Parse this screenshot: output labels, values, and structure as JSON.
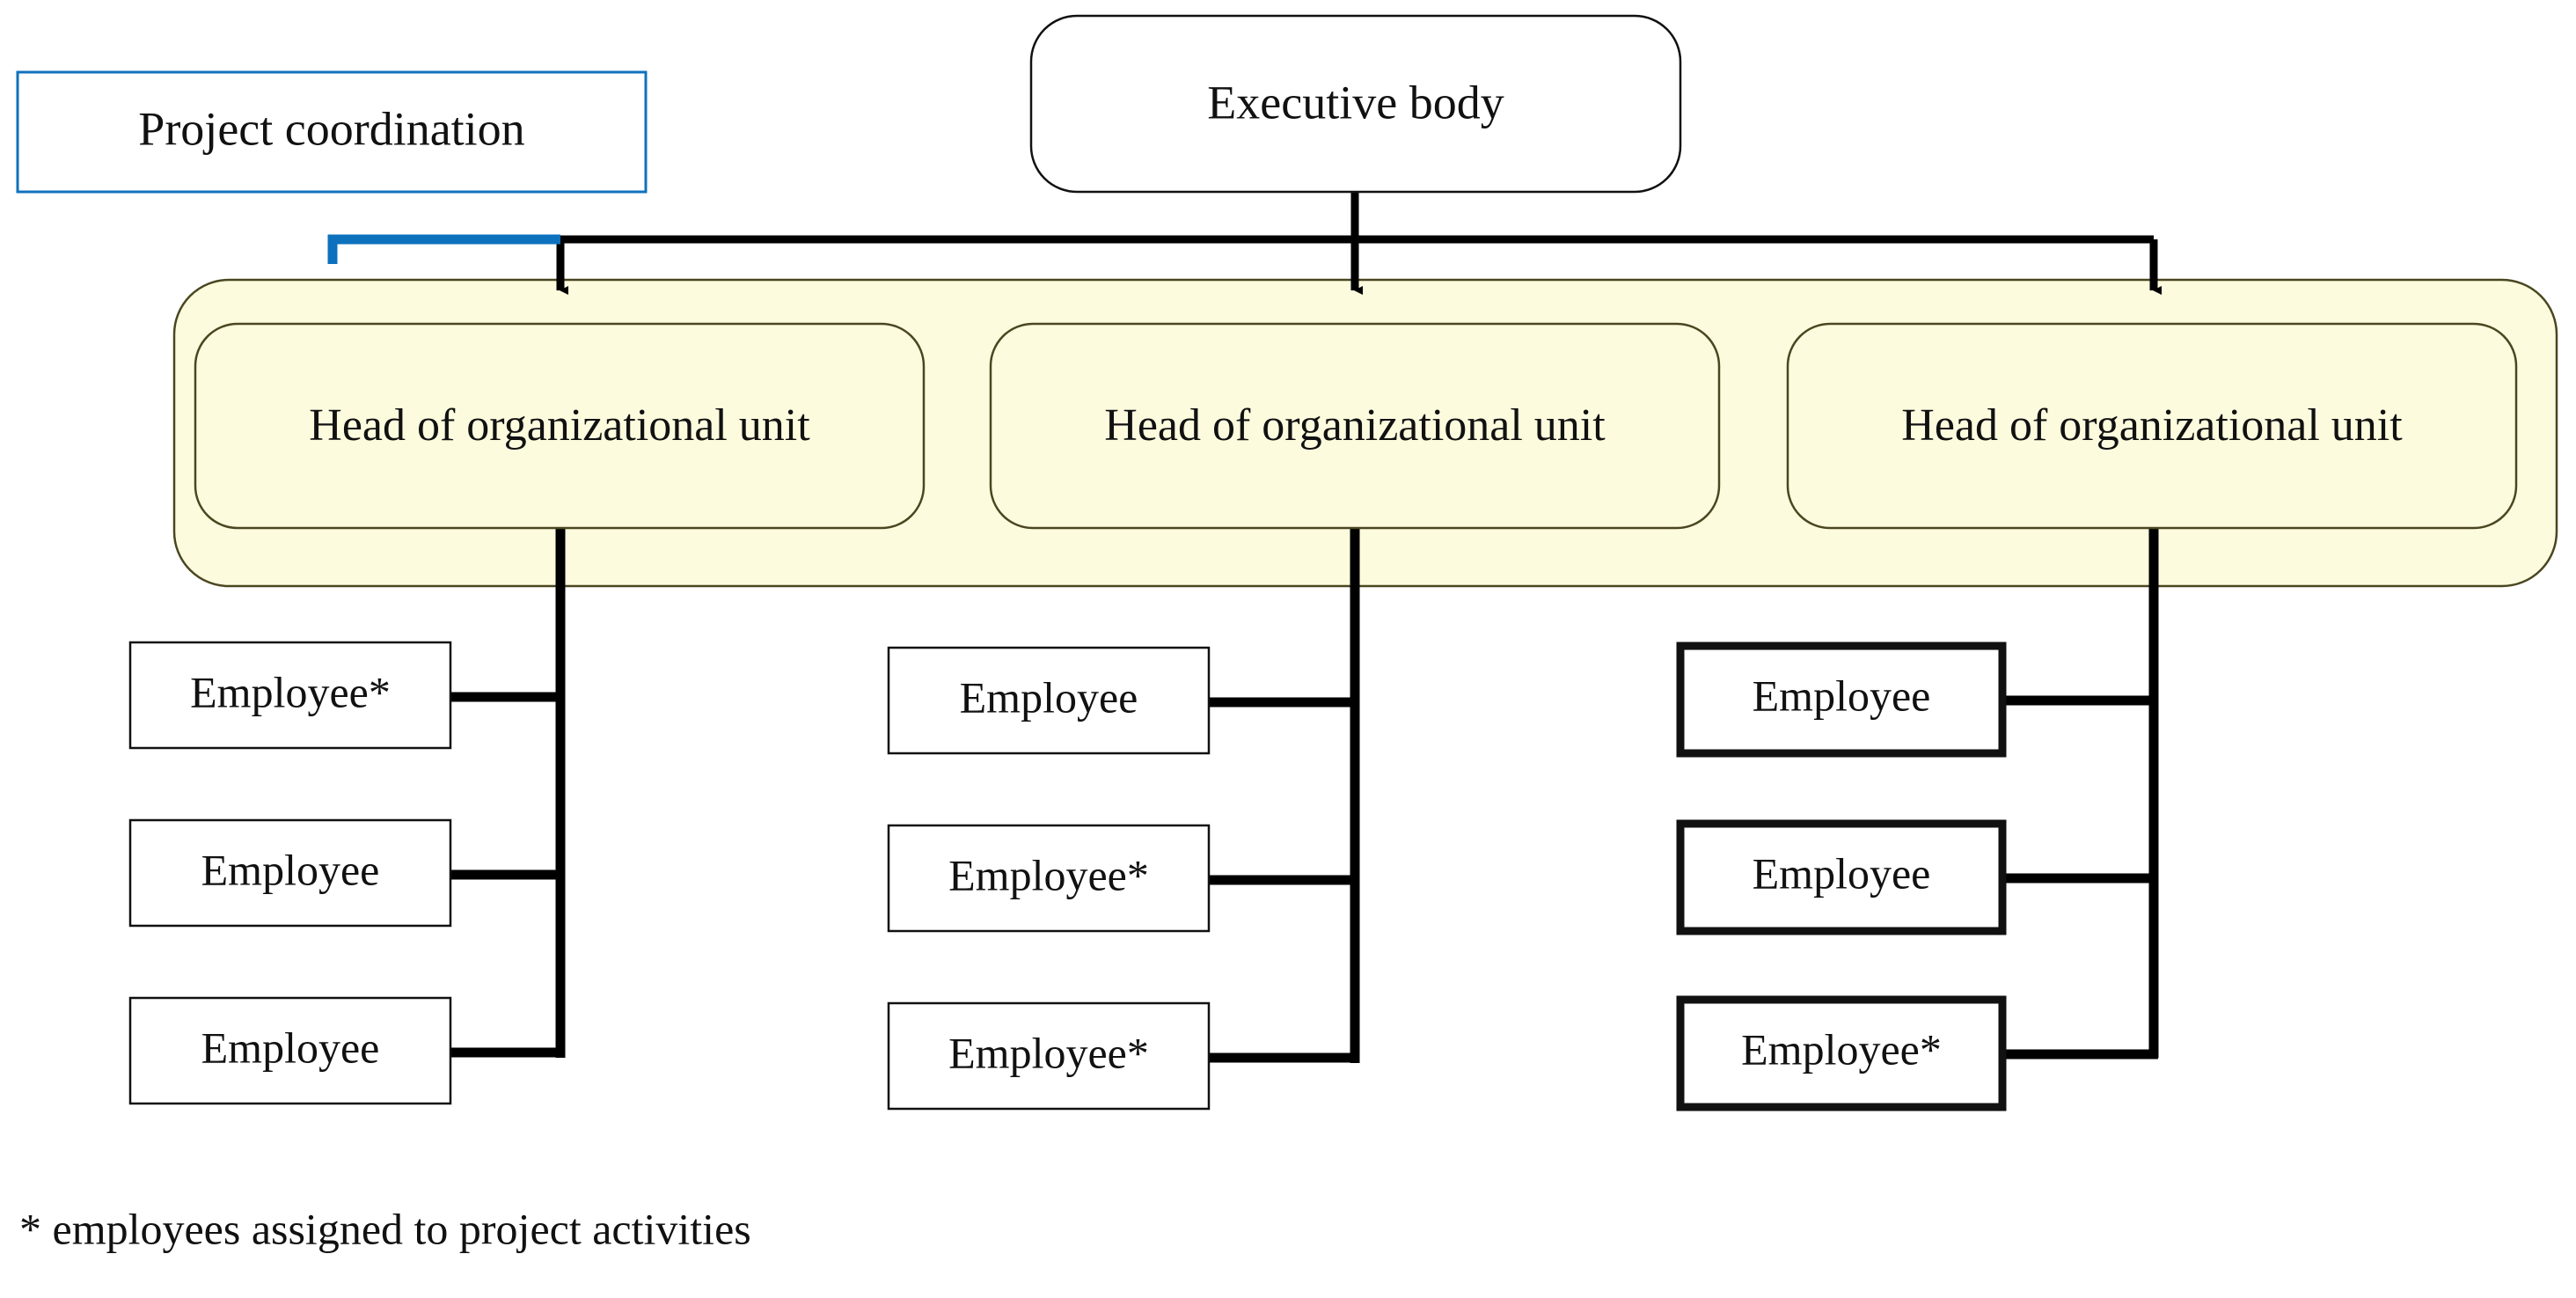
{
  "diagram": {
    "type": "organizational-chart",
    "title_visible": false,
    "colors": {
      "background": "#ffffff",
      "project_box_border": "#1072BC",
      "project_connector": "#0D71BD",
      "band_fill": "#FCFBDE",
      "band_border": "#4A4620",
      "node_border": "#111111",
      "connector": "#000000",
      "text": "#111111"
    },
    "executive": {
      "label": "Executive body",
      "shape": "rounded-rectangle",
      "fill": "#ffffff",
      "border_weight": "thin"
    },
    "project_coordination": {
      "label": "Project coordination",
      "shape": "rectangle",
      "fill": "#ffffff",
      "border_weight": "thin",
      "border_color": "#1072BC",
      "connector_color": "#0D71BD"
    },
    "band": {
      "label": "organizational-units-band",
      "fill": "#FCFBDE"
    },
    "units": [
      {
        "head": "Head of organizational unit",
        "border_weight": "thin",
        "employees": [
          {
            "label": "Employee*",
            "assigned_to_project": true,
            "border_weight": "thin"
          },
          {
            "label": "Employee",
            "assigned_to_project": false,
            "border_weight": "thin"
          },
          {
            "label": "Employee",
            "assigned_to_project": false,
            "border_weight": "thin"
          }
        ]
      },
      {
        "head": "Head of organizational unit",
        "border_weight": "thin",
        "employees": [
          {
            "label": "Employee",
            "assigned_to_project": false,
            "border_weight": "thin"
          },
          {
            "label": "Employee*",
            "assigned_to_project": true,
            "border_weight": "thin"
          },
          {
            "label": "Employee*",
            "assigned_to_project": true,
            "border_weight": "thin"
          }
        ]
      },
      {
        "head": "Head of organizational unit",
        "border_weight": "thick",
        "employees": [
          {
            "label": "Employee",
            "assigned_to_project": false,
            "border_weight": "thick"
          },
          {
            "label": "Employee",
            "assigned_to_project": false,
            "border_weight": "thick"
          },
          {
            "label": "Employee*",
            "assigned_to_project": true,
            "border_weight": "thick"
          }
        ]
      }
    ],
    "footnote": "* employees assigned to project activities"
  }
}
